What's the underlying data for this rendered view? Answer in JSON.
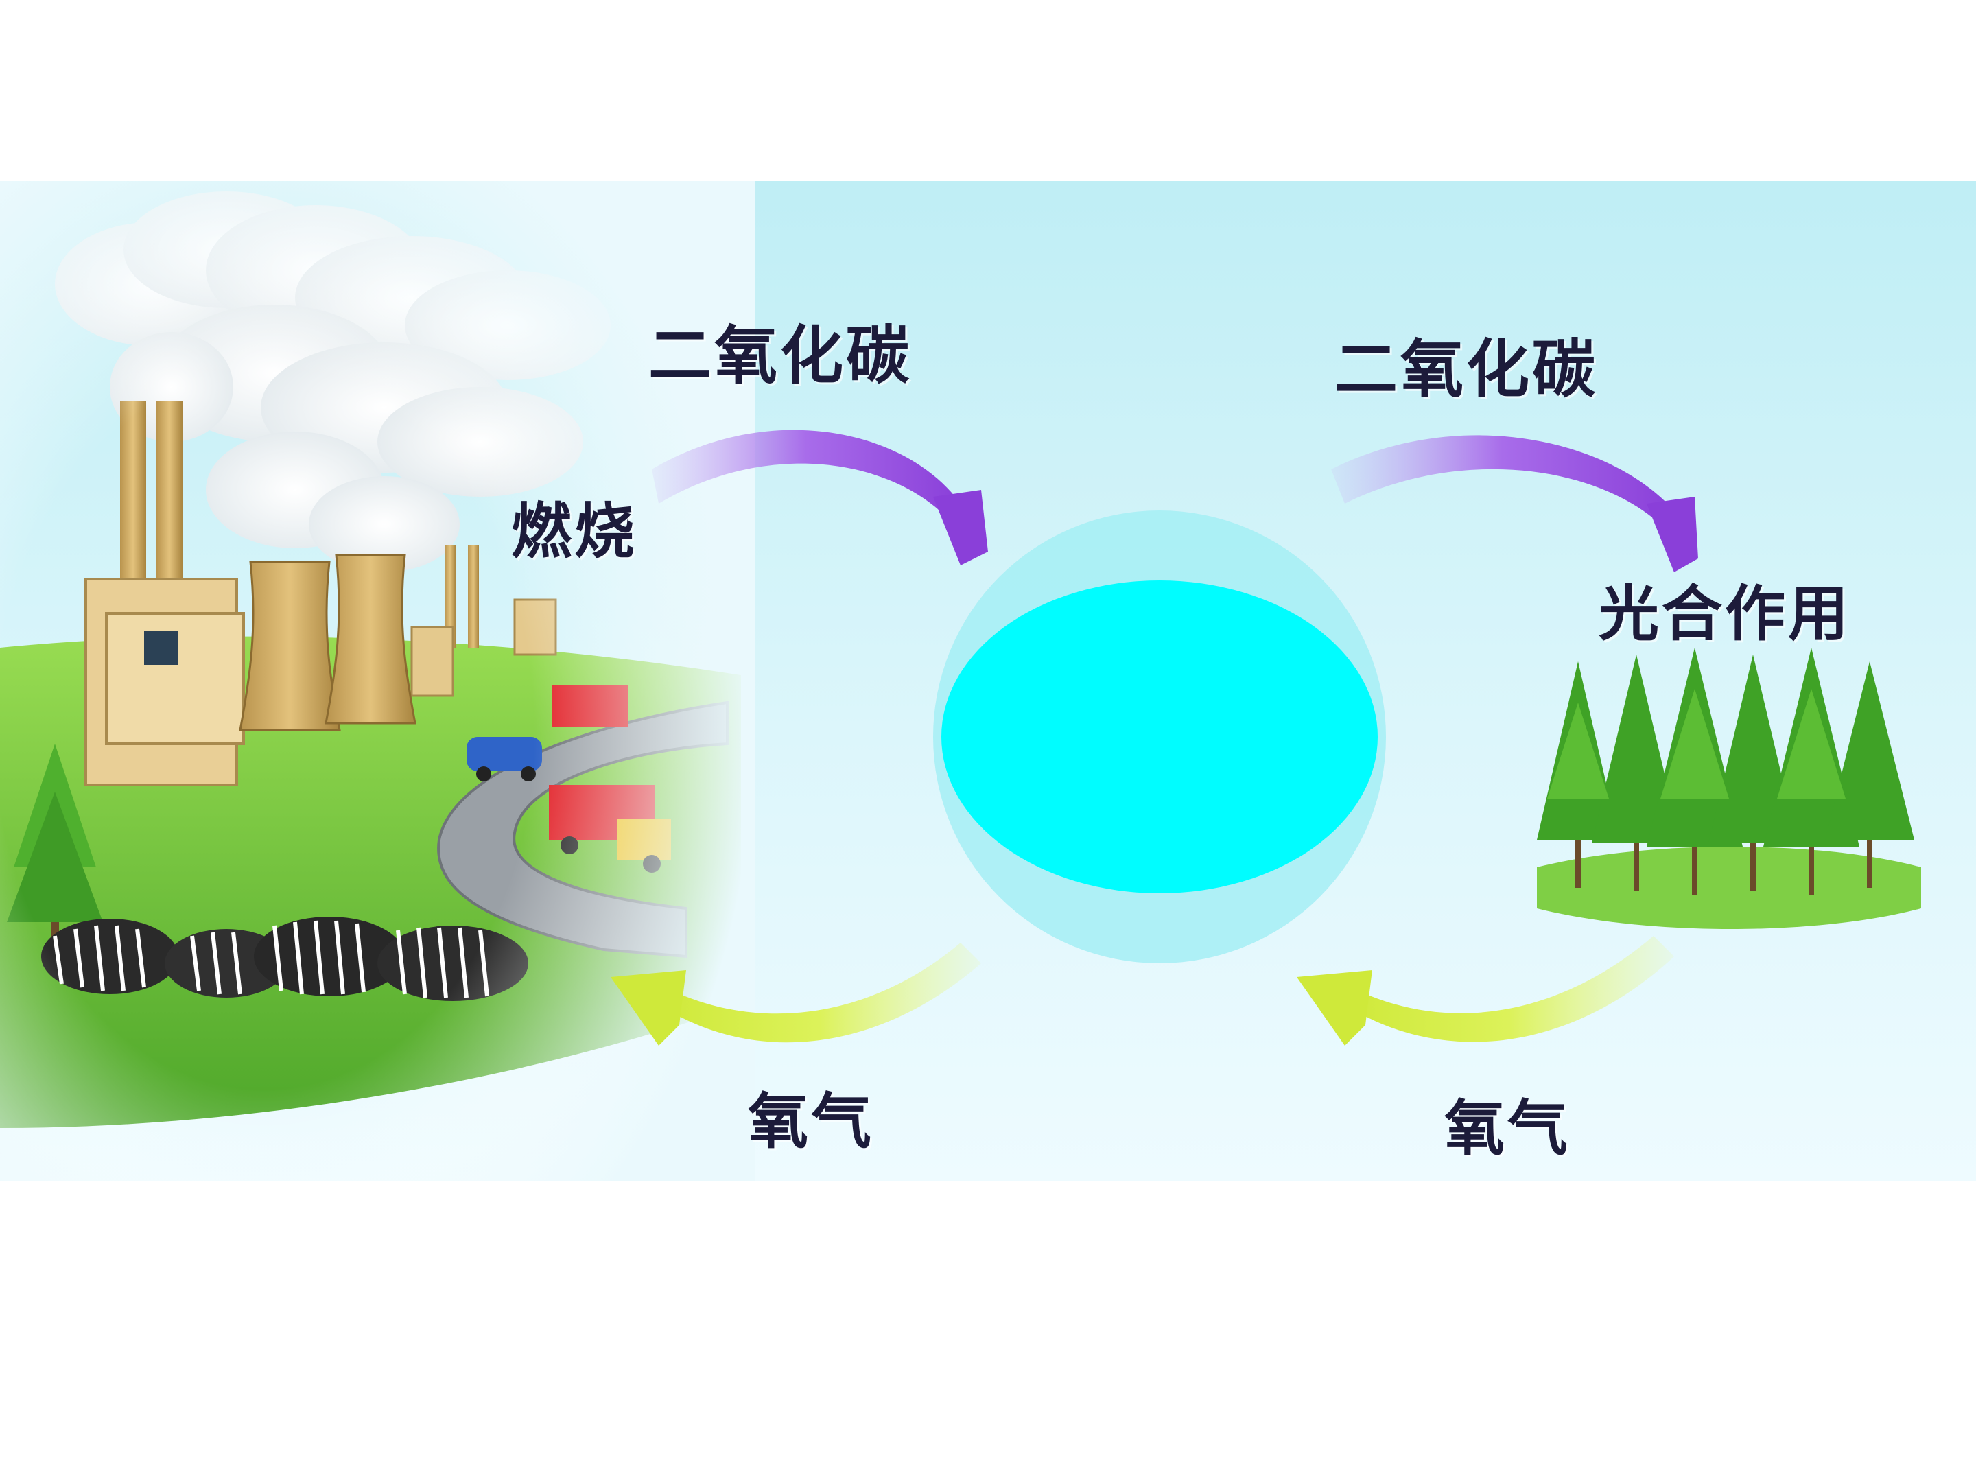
{
  "diagram": {
    "labels": {
      "co2_left": "二氧化碳",
      "co2_right": "二氧化碳",
      "combustion": "燃烧",
      "photosynthesis": "光合作用",
      "o2_left": "氧气",
      "o2_right": "氧气"
    },
    "colors": {
      "sky_top": "#bfeef5",
      "sky_bottom": "#eafaff",
      "center_disc": "#00fdff",
      "center_halo": "#9df0f5",
      "arrow_purple": "#9b59e0",
      "arrow_yellow": "#d8f04a",
      "grass": "#6fc63a",
      "label_text": "#1c1b3a"
    },
    "icons": [
      "factory-icon",
      "smoke-icon",
      "truck-icon",
      "car-icon",
      "zebra-herd-icon",
      "forest-icon",
      "pine-tree-icon"
    ]
  }
}
